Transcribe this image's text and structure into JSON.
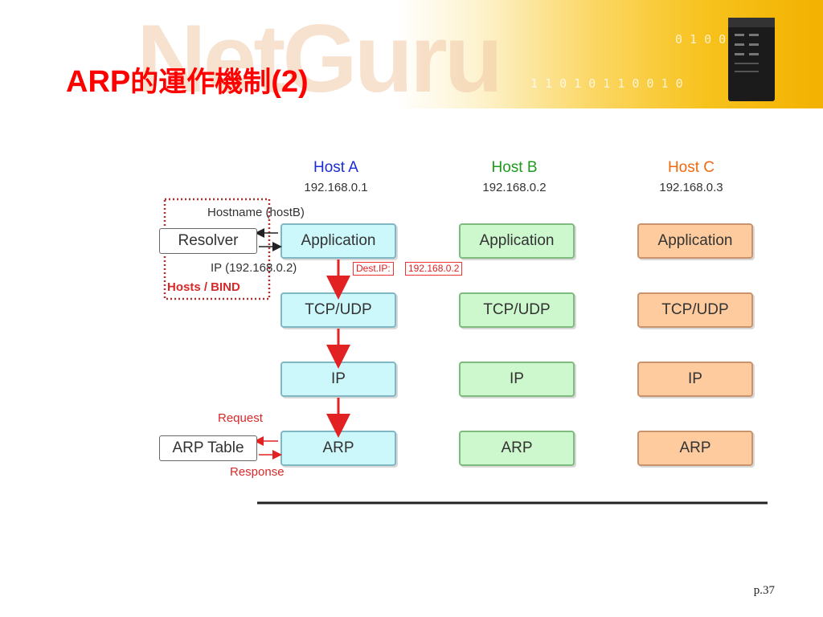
{
  "title": {
    "latin": "ARP",
    "cjk": "的運作機制",
    "suffix": "(2)"
  },
  "hosts": [
    {
      "name": "Host A",
      "ip": "192.168.0.1",
      "color": "#1a2cd6"
    },
    {
      "name": "Host B",
      "ip": "192.168.0.2",
      "color": "#1e9a1e"
    },
    {
      "name": "Host C",
      "ip": "192.168.0.3",
      "color": "#ee6a10"
    }
  ],
  "layers": [
    "Application",
    "TCP/UDP",
    "IP",
    "ARP"
  ],
  "labels": {
    "hostname": "Hostname (hostB)",
    "resolver": "Resolver",
    "ip_result": "IP (192.168.0.2)",
    "hosts_bind": "Hosts / BIND",
    "dest_ip_label": "Dest.IP:",
    "dest_ip_value": "192.168.0.2",
    "request": "Request",
    "response": "Response",
    "arp_table": "ARP Table"
  },
  "page_number": "p.37",
  "colors": {
    "title": "#ff0000",
    "arrow": "#e22222",
    "red_label": "#d62a2a"
  }
}
